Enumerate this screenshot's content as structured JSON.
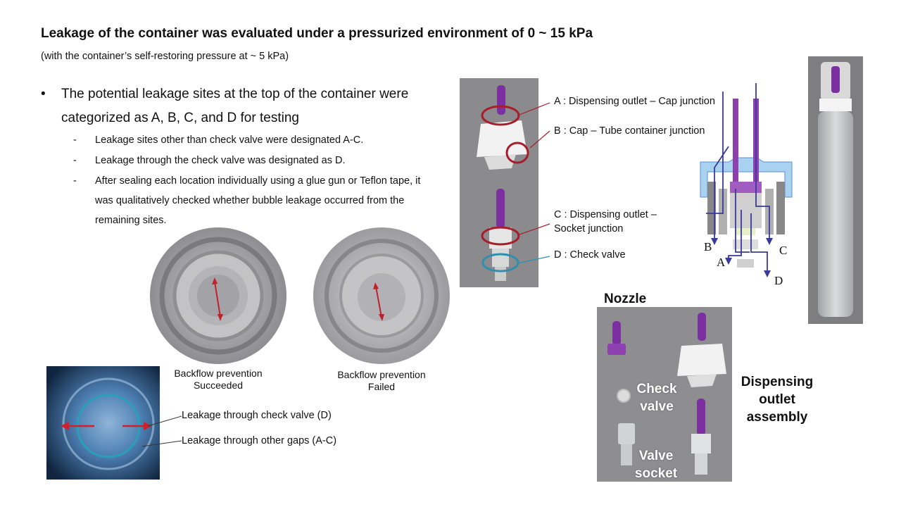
{
  "title": "Leakage of the container was evaluated under a pressurized environment of 0 ~ 15 kPa",
  "subtitle": "(with the container’s self-restoring pressure at ~ 5 kPa)",
  "bullet": {
    "marker": "•",
    "text": "The potential leakage sites at the top of the container were categorized as A, B, C, and D for testing",
    "sub_marker": "-",
    "subitems": [
      "Leakage sites other than check valve were designated A-C.",
      "Leakage through the check valve was designated as D.",
      "After sealing each location individually using a glue gun or Teflon tape, it was qualitatively checked whether bubble leakage occurred from the remaining sites."
    ]
  },
  "test_results": {
    "success_caption_line1": "Backflow prevention",
    "success_caption_line2": "Succeeded",
    "fail_caption_line1": "Backflow prevention",
    "fail_caption_line2": "Failed"
  },
  "leak_photo_labels": {
    "check_valve": "Leakage through check valve (D)",
    "other_gaps": "Leakage through other gaps (A-C)"
  },
  "site_labels": {
    "a": "A : Dispensing outlet – Cap junction",
    "b": "B : Cap – Tube container junction",
    "c_line1": "C : Dispensing outlet –",
    "c_line2": "Socket junction",
    "d": "D : Check valve"
  },
  "diagram_letters": {
    "a": "A",
    "b": "B",
    "c": "C",
    "d": "D"
  },
  "parts": {
    "nozzle": "Nozzle",
    "check_valve_line1": "Check",
    "check_valve_line2": "valve",
    "valve_socket_line1": "Valve",
    "valve_socket_line2": "socket",
    "assembly_line1": "Dispensing",
    "assembly_line2": "outlet",
    "assembly_line3": "assembly"
  },
  "colors": {
    "red_marker": "#a81d2c",
    "blue_marker": "#2f8fb0",
    "arrow_red": "#c0202c",
    "purple": "#7b2fa0",
    "diagram_blue": "#5b8fd6",
    "diagram_navy": "#3a3a9a"
  }
}
